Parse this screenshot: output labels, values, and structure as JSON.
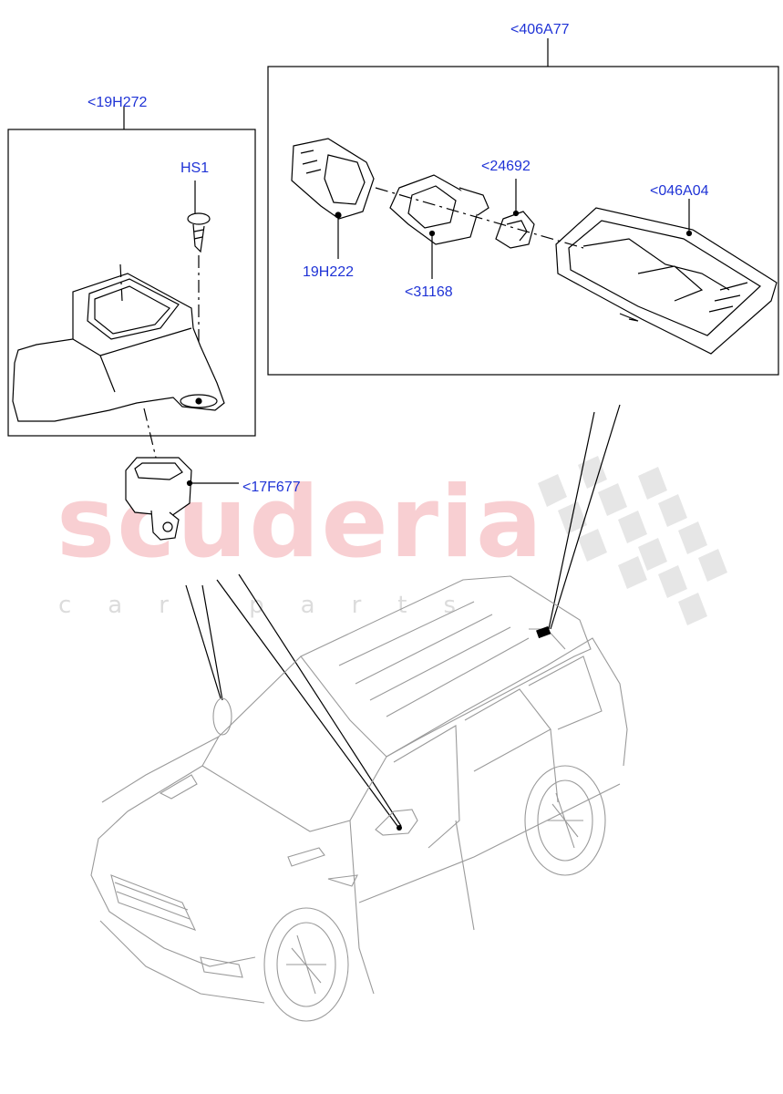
{
  "watermark": {
    "brand": "scuderia",
    "tagline": "car parts"
  },
  "callouts": {
    "group_right": "<406A77",
    "group_left": "<19H272",
    "screw": "HS1",
    "connector": "19H222",
    "bracket": "<31168",
    "clip": "<24692",
    "sensor_housing": "<046A04",
    "camera": "<17F677"
  },
  "colors": {
    "label": "#1f33d6",
    "line": "#000000",
    "vehicle_outline": "#9a9a9a",
    "watermark_red": "#f8cfd2",
    "watermark_grey": "#dcdcdc"
  }
}
